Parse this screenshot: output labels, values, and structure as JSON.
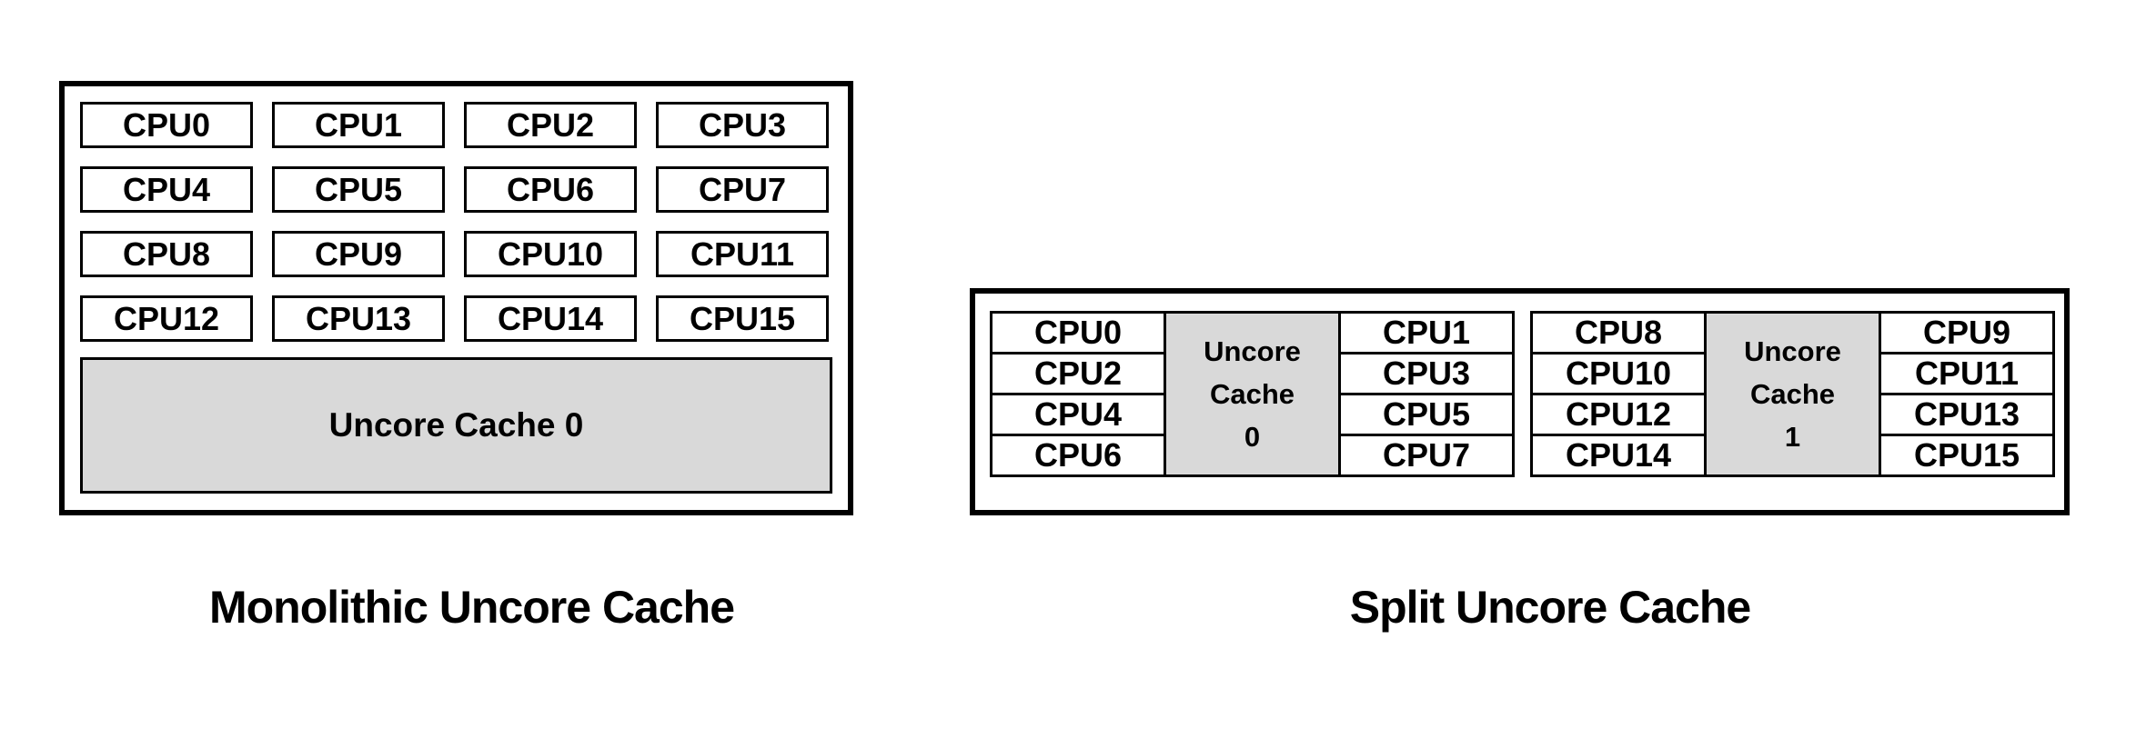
{
  "left_figure": {
    "title": "Monolithic Uncore Cache",
    "cpu_labels": [
      "CPU0",
      "CPU1",
      "CPU2",
      "CPU3",
      "CPU4",
      "CPU5",
      "CPU6",
      "CPU7",
      "CPU8",
      "CPU9",
      "CPU10",
      "CPU11",
      "CPU12",
      "CPU13",
      "CPU14",
      "CPU15"
    ],
    "cache_label": "Uncore Cache 0"
  },
  "right_figure": {
    "title": "Split Uncore Cache",
    "groups": [
      {
        "left_column": [
          "CPU0",
          "CPU2",
          "CPU4",
          "CPU6"
        ],
        "cache_label": "Uncore\nCache\n0",
        "right_column": [
          "CPU1",
          "CPU3",
          "CPU5",
          "CPU7"
        ]
      },
      {
        "left_column": [
          "CPU8",
          "CPU10",
          "CPU12",
          "CPU14"
        ],
        "cache_label": "Uncore\nCache\n1",
        "right_column": [
          "CPU9",
          "CPU11",
          "CPU13",
          "CPU15"
        ]
      }
    ]
  },
  "colors": {
    "cache_fill": "#d9d9d9",
    "border_color": "#000000",
    "background": "#ffffff",
    "text_color": "#000000"
  }
}
